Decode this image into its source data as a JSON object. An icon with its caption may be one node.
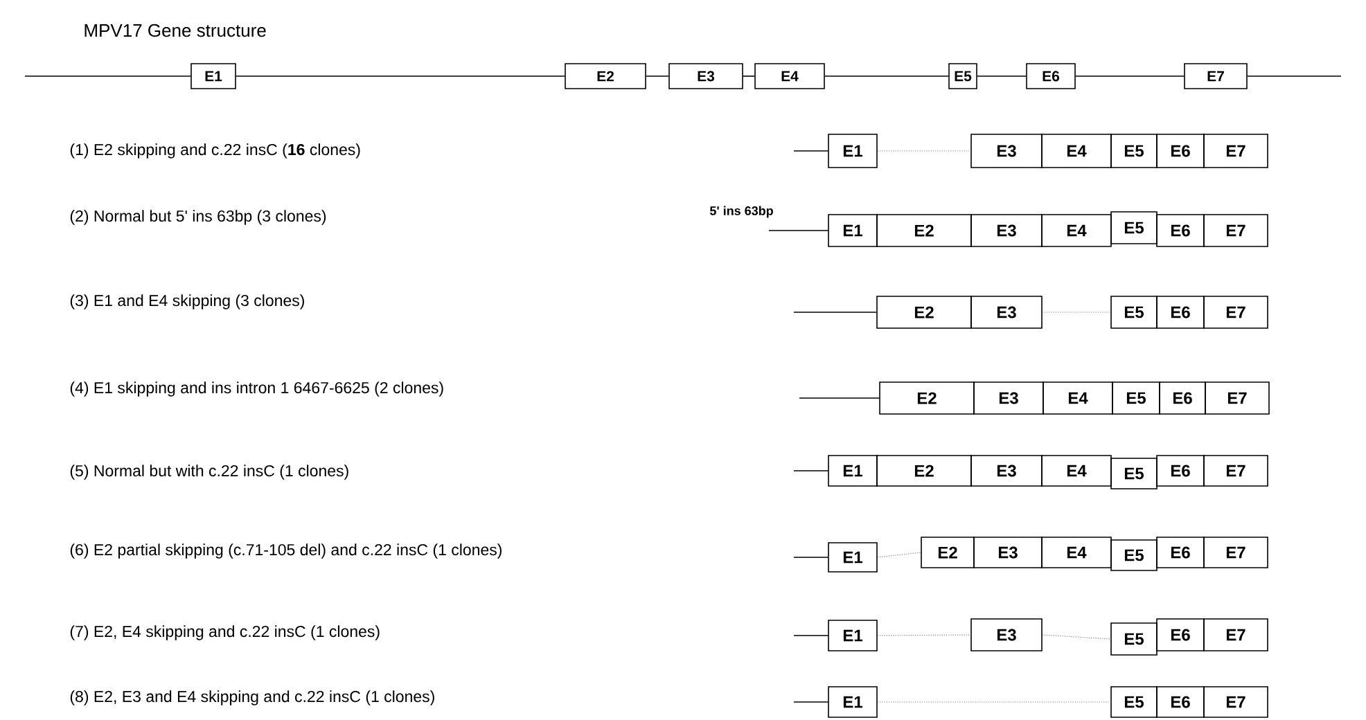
{
  "diagram": {
    "title": "MPV17 Gene structure",
    "nodes": [
      {
        "text": [
          "E1"
        ]
      },
      {
        "text": [
          "E2"
        ]
      },
      {
        "text": [
          "E3"
        ]
      },
      {
        "text": [
          "E4"
        ]
      },
      {
        "text": [
          "E5"
        ]
      },
      {
        "text": [
          "E6"
        ]
      },
      {
        "text": [
          "E7"
        ]
      },
      {
        "text": [
          "E1"
        ]
      },
      {
        "text": [
          "E3"
        ]
      },
      {
        "text": [
          "E4"
        ]
      },
      {
        "text": [
          "E5"
        ]
      },
      {
        "text": [
          "E6"
        ]
      },
      {
        "text": [
          "E7"
        ]
      },
      {
        "text": [
          "E1"
        ]
      },
      {
        "text": [
          "E2"
        ]
      },
      {
        "text": [
          "E3"
        ]
      },
      {
        "text": [
          "E4"
        ]
      },
      {
        "text": [
          "E5"
        ]
      },
      {
        "text": [
          "E6"
        ]
      },
      {
        "text": [
          "E7"
        ]
      },
      {
        "text": [
          "E2"
        ]
      },
      {
        "text": [
          "E3"
        ]
      },
      {
        "text": [
          "E5"
        ]
      },
      {
        "text": [
          "E6"
        ]
      },
      {
        "text": [
          "E7"
        ]
      },
      {
        "text": [
          "E2"
        ]
      },
      {
        "text": [
          "E3"
        ]
      },
      {
        "text": [
          "E4"
        ]
      },
      {
        "text": [
          "E5"
        ]
      },
      {
        "text": [
          "E6"
        ]
      },
      {
        "text": [
          "E7"
        ]
      },
      {
        "text": [
          "E1"
        ]
      },
      {
        "text": [
          "E2"
        ]
      },
      {
        "text": [
          "E3"
        ]
      },
      {
        "text": [
          "E4"
        ]
      },
      {
        "text": [
          "E5"
        ]
      },
      {
        "text": [
          "E6"
        ]
      },
      {
        "text": [
          "E7"
        ]
      },
      {
        "text": [
          "E1"
        ]
      },
      {
        "text": [
          "E2"
        ]
      },
      {
        "text": [
          "E3"
        ]
      },
      {
        "text": [
          "E4"
        ]
      },
      {
        "text": [
          "E5"
        ]
      },
      {
        "text": [
          "E6"
        ]
      },
      {
        "text": [
          "E7"
        ]
      },
      {
        "text": [
          "E1"
        ]
      },
      {
        "text": [
          "E3"
        ]
      },
      {
        "text": [
          "E5"
        ]
      },
      {
        "text": [
          "E6"
        ]
      },
      {
        "text": [
          "E7"
        ]
      },
      {
        "text": [
          "E1"
        ]
      },
      {
        "text": [
          "E5"
        ]
      },
      {
        "text": [
          "E6"
        ]
      },
      {
        "text": [
          "E7"
        ]
      }
    ],
    "edges": [
      {
        "from": null,
        "to": 0,
        "arrow": "none"
      },
      {
        "from": 0,
        "to": 1,
        "arrow": "none"
      },
      {
        "from": 1,
        "to": 2,
        "arrow": "none"
      },
      {
        "from": 2,
        "to": 3,
        "arrow": "none"
      },
      {
        "from": 3,
        "to": 4,
        "arrow": "none"
      },
      {
        "from": 4,
        "to": 5,
        "arrow": "none"
      },
      {
        "from": 5,
        "to": 6,
        "arrow": "none"
      },
      {
        "from": 6,
        "to": null,
        "arrow": "none"
      },
      {
        "from": null,
        "to": 7,
        "arrow": "none"
      },
      {
        "from": 7,
        "to": 8,
        "arrow": "none",
        "style": "dashed",
        "color": "#808080"
      },
      {
        "from": null,
        "to": 13,
        "arrow": "none"
      },
      {
        "from": null,
        "to": 20,
        "arrow": "none"
      },
      {
        "from": 21,
        "to": 22,
        "arrow": "none",
        "style": "dashed",
        "color": "#808080"
      },
      {
        "from": null,
        "to": 25,
        "arrow": "none"
      },
      {
        "from": null,
        "to": 31,
        "arrow": "none"
      },
      {
        "from": null,
        "to": 38,
        "arrow": "none"
      },
      {
        "from": 38,
        "to": 39,
        "arrow": "none",
        "style": "dashed",
        "color": "#808080"
      },
      {
        "from": null,
        "to": 45,
        "arrow": "none"
      },
      {
        "from": 45,
        "to": 46,
        "arrow": "none",
        "style": "dashed",
        "color": "#808080"
      },
      {
        "from": 46,
        "to": 47,
        "arrow": "none",
        "style": "dashed",
        "color": "#808080"
      },
      {
        "from": null,
        "to": 50,
        "arrow": "none"
      },
      {
        "from": 50,
        "to": 51,
        "arrow": "none",
        "style": "dashed",
        "color": "#808080"
      }
    ],
    "labels": [
      "(1) E2 skipping and c.22 insC (**16** clones)",
      "(2) Normal but 5' ins 63bp (3 clones)",
      "5' ins 63bp",
      "(3) E1 and E4 skipping (3 clones)",
      "(4) E1 skipping and ins intron 1 6467-6625 (2 clones)",
      "(5) Normal but with c.22 insC (1 clones)",
      "(6) E2 partial skipping (c.71-105 del) and c.22 insC (1 clones)",
      "(7) E2, E4 skipping and c.22 insC (1 clones)",
      "(8) E2, E3 and E4 skipping and c.22 insC (1 clones)"
    ]
  }
}
